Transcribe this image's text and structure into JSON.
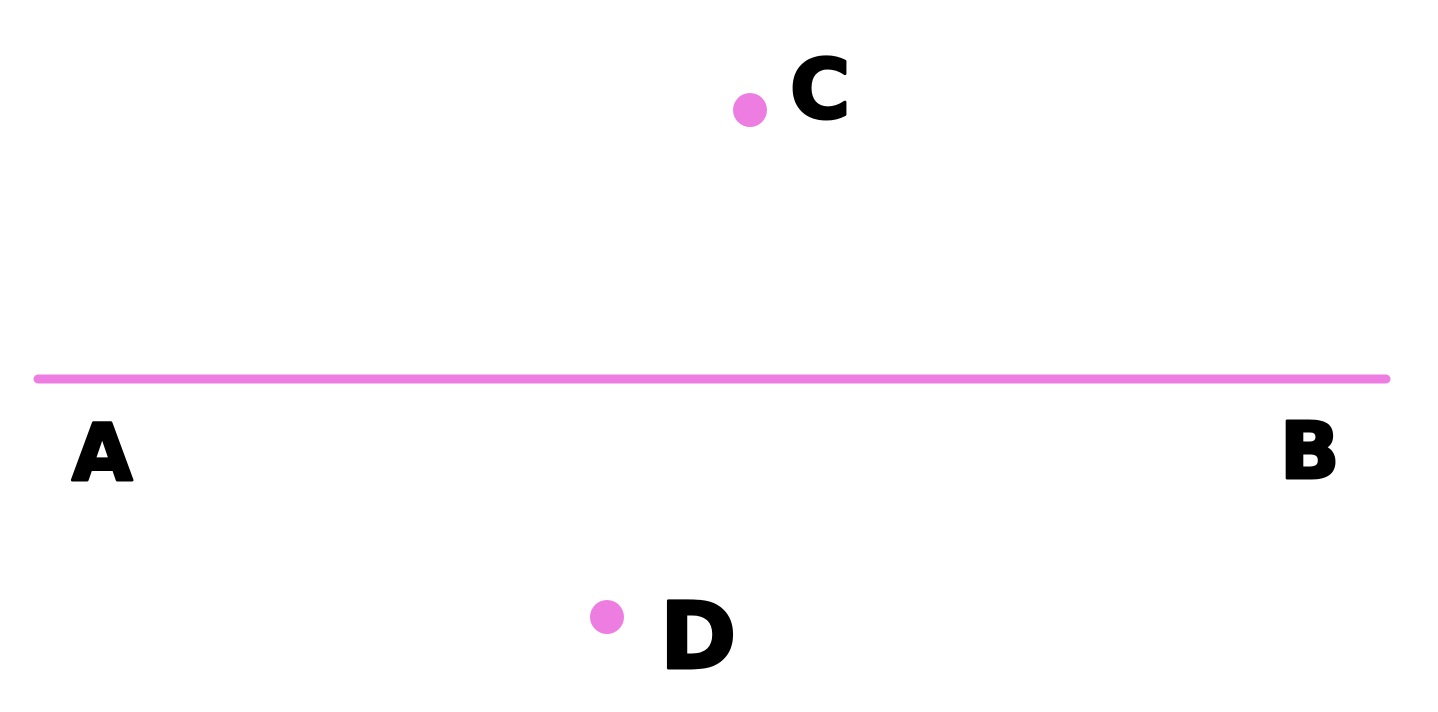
{
  "diagram": {
    "accent_color": "#ee7de1",
    "label_color": "#000000",
    "segment": {
      "name": "AB",
      "endpoints": [
        "A",
        "B"
      ]
    },
    "points": [
      {
        "id": "A",
        "label": "A"
      },
      {
        "id": "B",
        "label": "B"
      },
      {
        "id": "C",
        "label": "C"
      },
      {
        "id": "D",
        "label": "D"
      }
    ]
  }
}
